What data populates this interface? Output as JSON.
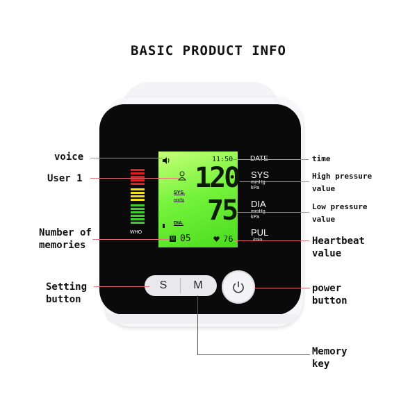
{
  "heading": "BASIC PRODUCT INFO",
  "lcd": {
    "time": "11:50",
    "sys_label": "SYS.",
    "sys_unit": "mmHg",
    "dia_label": "DIA.",
    "sys_value": "120",
    "dia_value": "75",
    "memory_badge": "M",
    "memory_count": "05",
    "pulse_value": "76"
  },
  "side_labels": {
    "date": "DATE",
    "sys": "SYS",
    "sys_unit": "mmHg",
    "sys_unit2": "kPa",
    "dia": "DIA",
    "dia_unit": "mmHg",
    "dia_unit2": "kPa",
    "pul": "PUL",
    "pul_unit": "/min",
    "who": "WHO"
  },
  "buttons": {
    "s": "S",
    "m": "M"
  },
  "annotations": {
    "voice": "voice",
    "user1": "User 1",
    "memories_line1": "Number of",
    "memories_line2": "memories",
    "setting_line1": "Setting",
    "setting_line2": "button",
    "time": "time",
    "high_line1": "High pressure",
    "high_line2": "value",
    "low_line1": "Low pressure",
    "low_line2": "value",
    "heartbeat_line1": "Heartbeat",
    "heartbeat_line2": "value",
    "power_line1": "power",
    "power_line2": "button",
    "memorykey_line1": "Memory",
    "memorykey_line2": "key"
  },
  "colors": {
    "lcd_green": "#49dc1d",
    "device_body": "#0a0a0a",
    "annotation_line": "#e8727a",
    "who_red": "#e02020",
    "who_yellow": "#f2e01c",
    "who_green": "#3fcf2c"
  },
  "icons": [
    "speaker-icon",
    "user-icon",
    "heart-icon",
    "power-icon"
  ]
}
